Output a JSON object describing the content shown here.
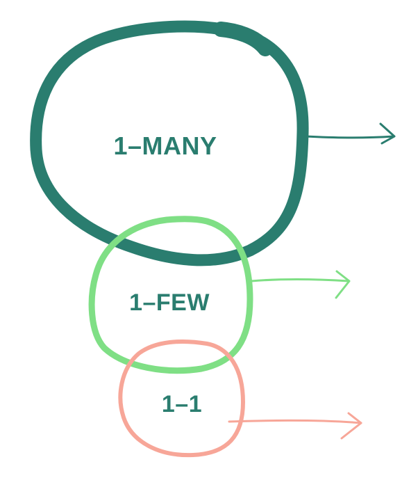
{
  "diagram": {
    "circles": [
      {
        "id": "many",
        "label": "1–MANY",
        "color": "#2a7d6f"
      },
      {
        "id": "few",
        "label": "1–FEW",
        "color": "#7fdf85"
      },
      {
        "id": "one",
        "label": "1–1",
        "color": "#f7a698"
      }
    ],
    "label_color": "#2a7d6f"
  }
}
